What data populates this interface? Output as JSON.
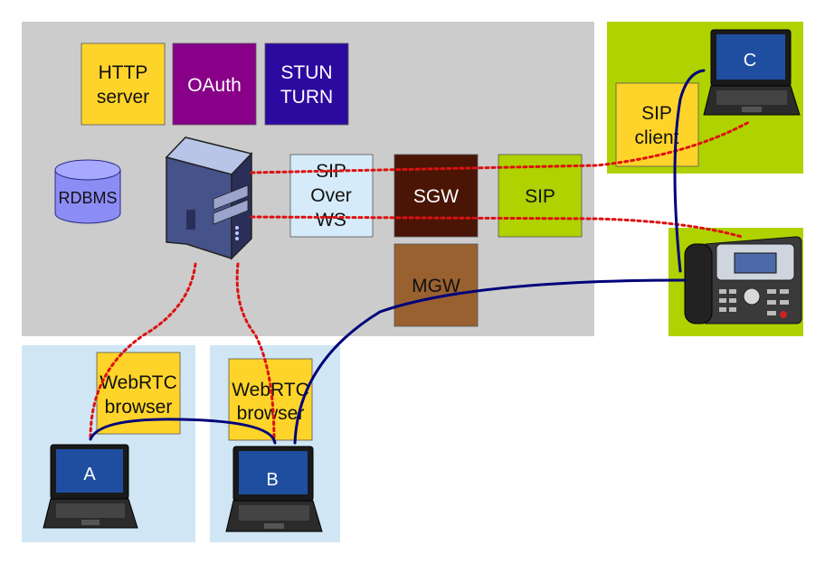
{
  "colors": {
    "server_region": "#cccccc",
    "client_region": "#d0e6f4",
    "sip_region": "#afd200",
    "http": "#ffd42a",
    "oauth": "#880088",
    "stun": "#2c0aa0",
    "sipws": "#d5ebfa",
    "sgw": "#4a1505",
    "sip": "#afd200",
    "mgw": "#9a6130",
    "rdbms": "#8c8cf5",
    "sip_link": "#dd1111",
    "media_link": "#00007a"
  },
  "boxes": {
    "http_line1": "HTTP",
    "http_line2": "server",
    "oauth": "OAuth",
    "stun_line1": "STUN",
    "stun_line2": "TURN",
    "rdbms": "RDBMS",
    "sipws_line1": "SIP",
    "sipws_line2": "Over",
    "sipws_line3": "WS",
    "sgw": "SGW",
    "sip": "SIP",
    "mgw": "MGW",
    "sip_client_line1": "SIP",
    "sip_client_line2": "client",
    "webrtc_a_line1": "WebRTC",
    "webrtc_a_line2": "browser",
    "webrtc_b_line1": "WebRTC",
    "webrtc_b_line2": "browser"
  },
  "laptops": {
    "a": "A",
    "b": "B",
    "c": "C"
  },
  "icons": {
    "server": "server-tower-icon",
    "phone": "desk-phone-icon",
    "laptop": "laptop-icon",
    "database": "database-icon"
  }
}
